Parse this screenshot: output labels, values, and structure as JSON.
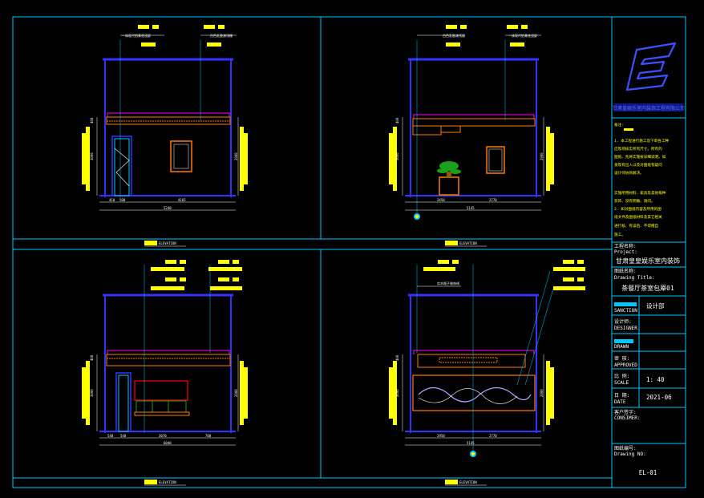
{
  "colors": {
    "background": "#000000",
    "frame": "#00c8ff",
    "wall": "#3333ff",
    "ceiling": "#ff00ff",
    "cornice": "#ff7a00",
    "label": "#ffff00",
    "text": "#ffffff",
    "plant": "#1aa01a"
  },
  "title_block": {
    "logo_icon": "e-logo-icon",
    "company_band": "甘肃皇娱乐室内装饰工程有限公司",
    "notes_title": "备注:",
    "notes_line_1": "1. 本工程进行施工及下单各工种",
    "notes_line_2": "应现场核实所有尺寸。所有的",
    "notes_line_3": "图纸、先将实施按详细说明。如",
    "notes_line_4": "发现有出入以及对图纸有疑问",
    "notes_line_5": "设计师协商解决。",
    "notes_line_6": "实施所用材料、家具及其他每种",
    "notes_line_7": "装饰、没有明确、请问。",
    "notes_line_8": "2. 如对图纸内容及所用的图",
    "notes_line_9": "纸文件及图纸材料及其它相关",
    "notes_line_10": "进行核、有误后、不得擅自",
    "notes_line_11": "施工。",
    "project_label": "工程名称:",
    "project_label_en": "Project:",
    "project_name": "甘肃皇皇娱乐室内装饰",
    "drawing_title_label": "图纸名称:",
    "drawing_title_label_en": "Drawing Title:",
    "drawing_title": "茶餐厅茶室包厣01",
    "approval_en": "SANCTION",
    "approval_value": "设计部",
    "designer_label": "设计师:",
    "designer_label_en": "DESIGNER",
    "draw_label_en": "DRAWN",
    "check_label": "审 核:",
    "check_label_en": "APPROVED",
    "scale_label": "比 例:",
    "scale_label_en": "SCALE",
    "scale_value": "1:  40",
    "date_label": "日  期:",
    "date_label_en": "DATE",
    "date_value": "2021-06",
    "client_label": "客户签字:",
    "client_label_en": "CONSIMER:",
    "drawing_no_label": "图纸编号:",
    "drawing_no_label_en": "Drawing NO:",
    "drawing_no": "EL-01"
  },
  "elevations": [
    {
      "label": "ELEVATION",
      "callouts": [
        "一体现代铝青花设屏",
        "白色乳胶漆顶棚"
      ],
      "dims_bottom": [
        "410",
        "500",
        "4165",
        "5240"
      ],
      "dims_side": [
        "400",
        "3000",
        "2900"
      ]
    },
    {
      "label": "ELEVATION",
      "callouts": [
        "白色乳胶漆顶棚",
        "一体现代铝青花设屏"
      ],
      "dims_bottom": [
        "2450",
        "2770",
        "5145"
      ],
      "dims_side": [
        "400",
        "3000",
        "2900"
      ]
    },
    {
      "label": "ELEVATION",
      "callouts": [],
      "dims_bottom": [
        "540",
        "540",
        "3070",
        "700",
        "6040"
      ],
      "dims_side": [
        "400",
        "3000",
        "2900"
      ]
    },
    {
      "label": "ELEVATION",
      "callouts": [
        "实木格子装饰线"
      ],
      "dims_bottom": [
        "2950",
        "2770",
        "5145"
      ],
      "dims_side": [
        "400",
        "3000",
        "2900"
      ]
    }
  ]
}
